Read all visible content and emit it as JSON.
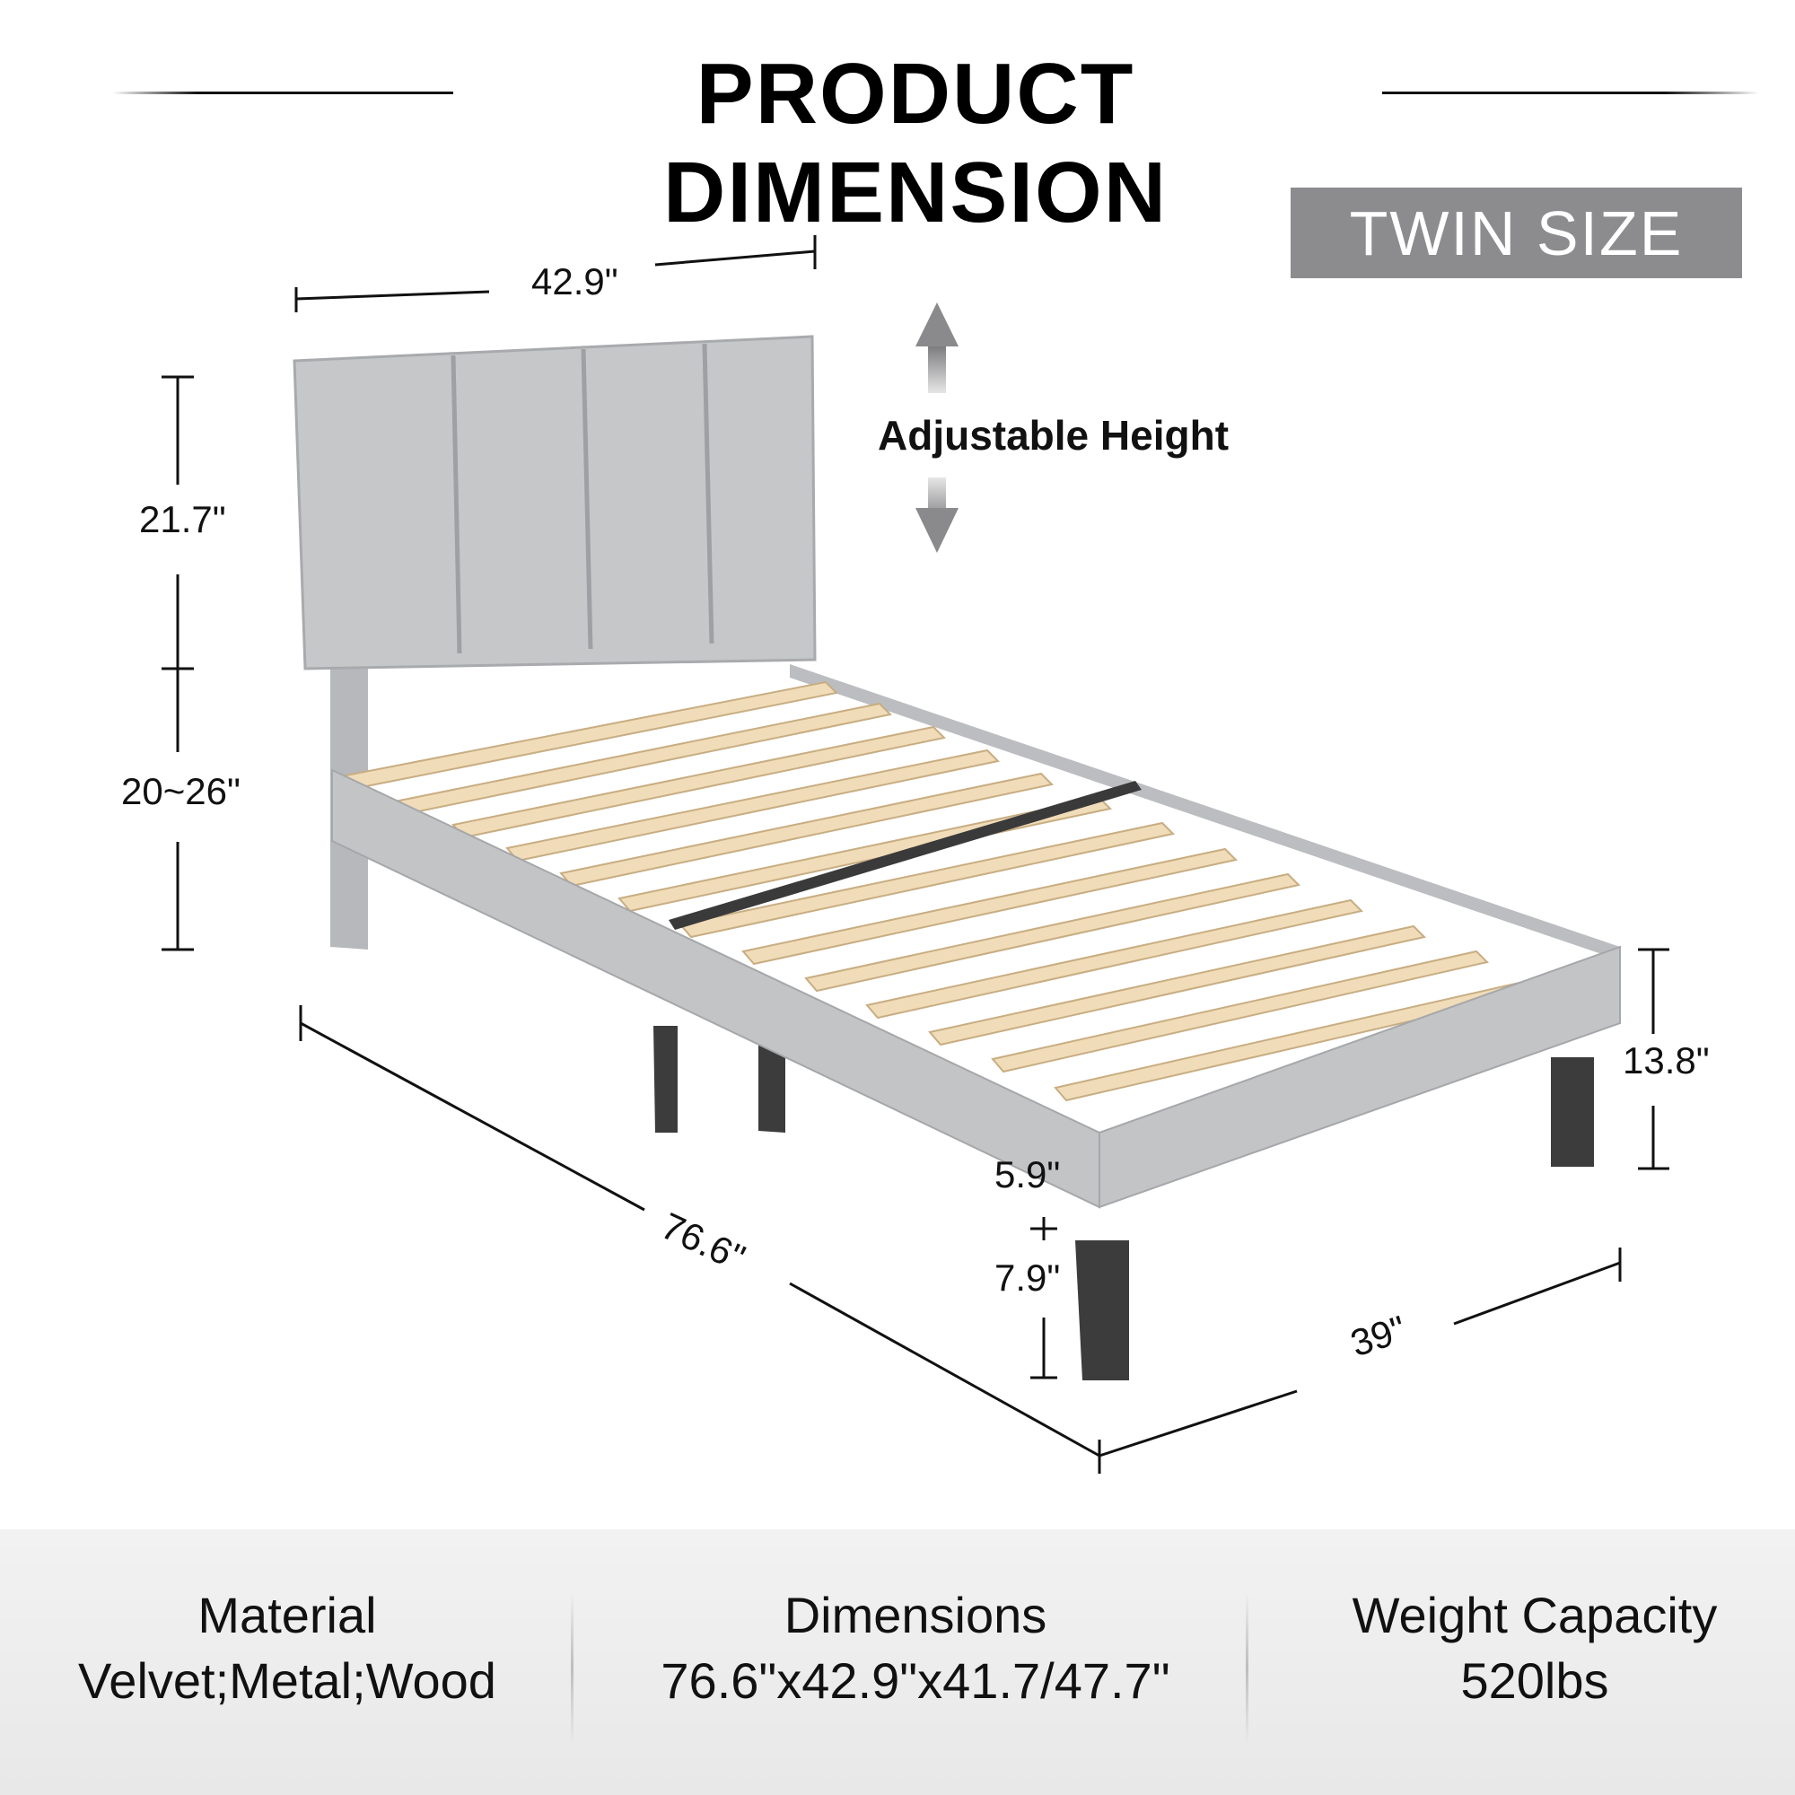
{
  "header": {
    "title": "PRODUCT DIMENSION"
  },
  "badge": {
    "label": "TWIN SIZE"
  },
  "adjustable": {
    "label": "Adjustable Height"
  },
  "dimensions": {
    "headboard_width": "42.9\"",
    "headboard_height": "21.7\"",
    "leg_to_headboard": "20~26\"",
    "length": "76.6\"",
    "width": "39\"",
    "frame_height": "13.8\"",
    "rail_height": "5.9\"",
    "leg_height": "7.9\""
  },
  "specs": {
    "material": {
      "title": "Material",
      "value": "Velvet;Metal;Wood"
    },
    "dimensions": {
      "title": "Dimensions",
      "value": "76.6\"x42.9\"x41.7/47.7\""
    },
    "weight": {
      "title": "Weight Capacity",
      "value": "520lbs"
    }
  },
  "colors": {
    "fabric": "#c3c4c6",
    "slat": "#f0dcb8",
    "metal": "#3a3a3a",
    "badge": "#8c8c8e"
  }
}
